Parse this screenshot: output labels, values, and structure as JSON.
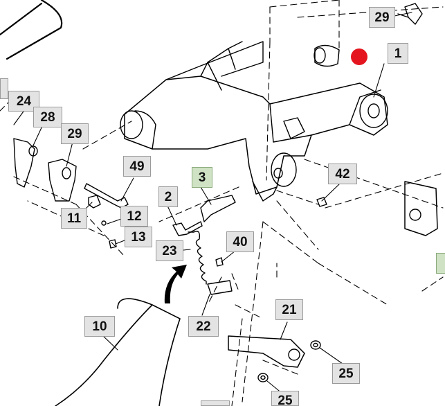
{
  "callouts": {
    "c1": "1",
    "c29a": "29",
    "c24": "24",
    "c28": "28",
    "c29b": "29",
    "c49": "49",
    "c3": "3",
    "c42": "42",
    "c2": "2",
    "c11": "11",
    "c12": "12",
    "c13": "13",
    "c40": "40",
    "c23": "23",
    "c10": "10",
    "c22": "22",
    "c21": "21",
    "c25a": "25",
    "c25b": "25"
  },
  "colors": {
    "callout_bg": "#e3e3e3",
    "callout_highlight": "#cfe3c4",
    "marker": "#e4151f"
  },
  "marker_icon": "red-dot-marker"
}
